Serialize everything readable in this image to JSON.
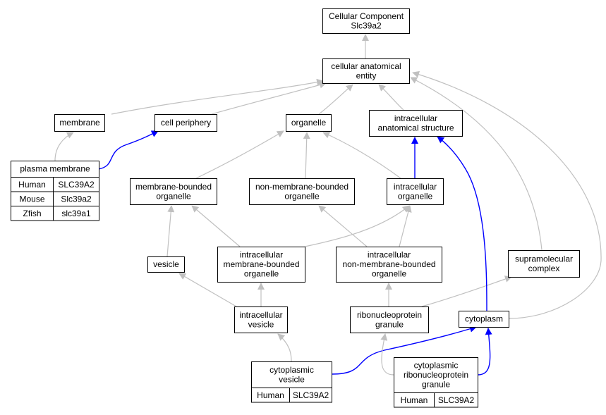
{
  "nodes": {
    "root": [
      "Cellular Component",
      "Slc39a2"
    ],
    "cellular_anatomical_entity": [
      "cellular anatomical",
      "entity"
    ],
    "membrane": [
      "membrane"
    ],
    "cell_periphery": [
      "cell periphery"
    ],
    "organelle": [
      "organelle"
    ],
    "intracellular_anatomical_structure": [
      "intracellular",
      "anatomical structure"
    ],
    "plasma_membrane": [
      "plasma membrane"
    ],
    "membrane_bounded_organelle": [
      "membrane-bounded",
      "organelle"
    ],
    "non_membrane_bounded_organelle": [
      "non-membrane-bounded",
      "organelle"
    ],
    "intracellular_organelle": [
      "intracellular",
      "organelle"
    ],
    "vesicle": [
      "vesicle"
    ],
    "intracellular_membrane_bounded_organelle": [
      "intracellular",
      "membrane-bounded",
      "organelle"
    ],
    "intracellular_non_membrane_bounded_organelle": [
      "intracellular",
      "non-membrane-bounded",
      "organelle"
    ],
    "supramolecular_complex": [
      "supramolecular",
      "complex"
    ],
    "intracellular_vesicle": [
      "intracellular",
      "vesicle"
    ],
    "ribonucleoprotein_granule": [
      "ribonucleoprotein",
      "granule"
    ],
    "cytoplasm": [
      "cytoplasm"
    ],
    "cytoplasmic_vesicle": [
      "cytoplasmic",
      "vesicle"
    ],
    "cytoplasmic_ribonucleoprotein_granule": [
      "cytoplasmic",
      "ribonucleoprotein",
      "granule"
    ]
  },
  "annotations": {
    "plasma_membrane": [
      {
        "species": "Human",
        "gene": "SLC39A2",
        "color": "#fa6a50"
      },
      {
        "species": "Mouse",
        "gene": "Slc39a2",
        "color": "#add8e6"
      },
      {
        "species": "Zfish",
        "gene": "slc39a1",
        "color": "#6495ed"
      }
    ],
    "cytoplasmic_vesicle": [
      {
        "species": "Human",
        "gene": "SLC39A2",
        "color": "#fa6a50"
      }
    ],
    "cytoplasmic_ribonucleoprotein_granule": [
      {
        "species": "Human",
        "gene": "SLC39A2",
        "color": "#fa6a50"
      }
    ]
  },
  "colors": {
    "is_a_edge": "#c0c0c0",
    "part_of_edge": "#0000ff"
  }
}
